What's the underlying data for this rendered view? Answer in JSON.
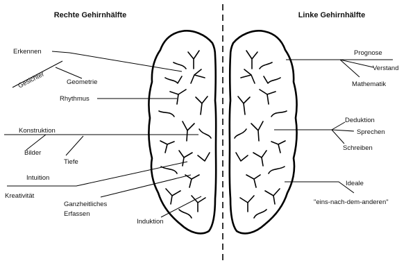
{
  "headings": {
    "right_hemisphere": "Rechte Gehirnhälfte",
    "left_hemisphere": "Linke Gehirnhälfte"
  },
  "right_labels": {
    "erkennen": "Erkennen",
    "gesichter": "Gesichter",
    "geometrie": "Geometrie",
    "rhythmus": "Rhythmus",
    "konstruktion": "Konstruktion",
    "bilder": "Bilder",
    "tiefe": "Tiefe",
    "intuition": "Intuition",
    "kreativitaet": "Kreativität",
    "ganzheitliches": "Ganzheitliches",
    "erfassen": "Erfassen",
    "induktion": "Induktion"
  },
  "left_labels": {
    "prognose": "Prognose",
    "verstand": "Verstand",
    "mathematik": "Mathematik",
    "deduktion": "Deduktion",
    "sprechen": "Sprechen",
    "schreiben": "Schreiben",
    "ideale": "Ideale",
    "eins_nach_dem_anderen": "\"eins-nach-dem-anderen\""
  }
}
